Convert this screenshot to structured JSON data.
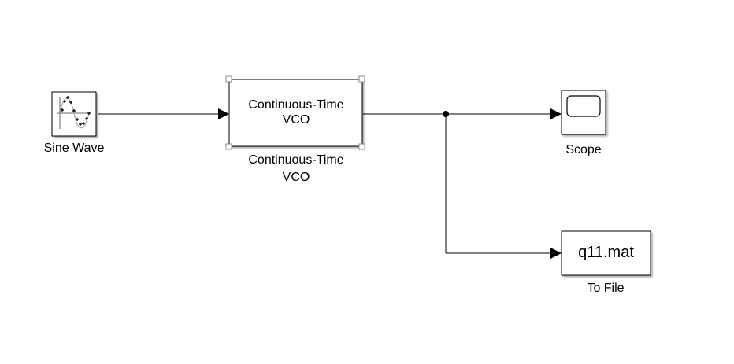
{
  "diagram": {
    "blocks": {
      "sine_wave": {
        "label": "Sine Wave"
      },
      "vco": {
        "text_line1": "Continuous-Time",
        "text_line2": "VCO",
        "label_line1": "Continuous-Time",
        "label_line2": "VCO"
      },
      "scope": {
        "label": "Scope"
      },
      "to_file": {
        "text": "q11.mat",
        "label": "To File"
      }
    },
    "connections": [
      {
        "from": "Sine Wave",
        "to": "Continuous-Time VCO"
      },
      {
        "from": "Continuous-Time VCO",
        "to": "Scope"
      },
      {
        "from": "Continuous-Time VCO",
        "to": "To File"
      }
    ],
    "selected_block": "Continuous-Time VCO"
  }
}
